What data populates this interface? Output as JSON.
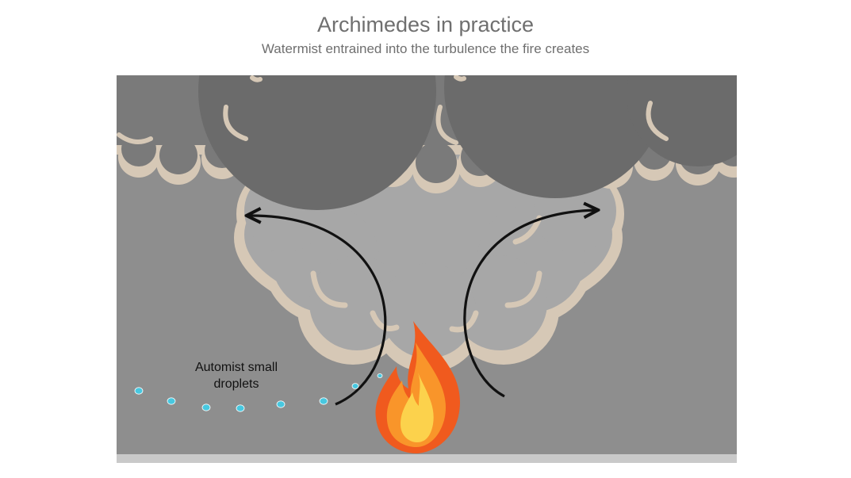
{
  "header": {
    "title": "Archimedes in practice",
    "subtitle": "Watermist entrained into the turbulence the fire creates"
  },
  "labels": {
    "droplets_line1": "Automist small",
    "droplets_line2": "droplets"
  },
  "colors": {
    "room": "#8e8e8e",
    "smoke_layer": "#7a7a7a",
    "smoke_plume": "#a7a7a7",
    "smoke_edge": "#d6c8b6",
    "floor": "#c9c9c9",
    "arrow": "#111111",
    "droplet": "#48c8e0",
    "flame_outer": "#f05a1e",
    "flame_mid": "#f9952a",
    "flame_inner": "#fcd24c"
  },
  "icons": {
    "fire": "fire-icon",
    "droplet": "water-droplet-icon",
    "arrow": "curved-arrow-icon"
  }
}
